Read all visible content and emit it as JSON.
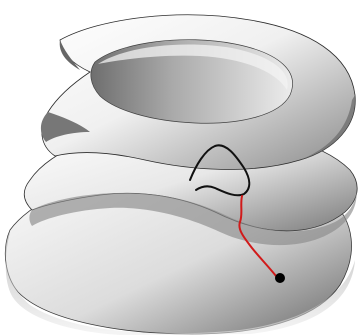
{
  "colors": {
    "background": "#ffffff",
    "surface_light": "#f7f7f7",
    "surface_mid": "#cfcfcf",
    "surface_dark": "#6a6a6a",
    "rim_edge": "#2c2c2c",
    "black_curve": "#111111",
    "red_path": "#d11a1a",
    "point": "#000000"
  },
  "scene": {
    "object": "helicoid-surface",
    "curves": [
      "black-closed-loop",
      "red-path"
    ],
    "markers": [
      "end-point"
    ]
  }
}
